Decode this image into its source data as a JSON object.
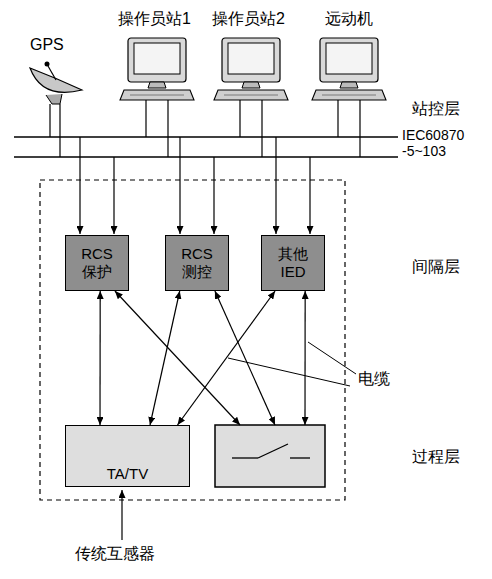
{
  "diagram": {
    "nodes": [
      {
        "text": [
          "RCS 保护"
        ]
      },
      {
        "text": [
          "RCS 测控"
        ]
      },
      {
        "text": [
          "其他 IED"
        ]
      },
      {
        "text": [
          "TA/TV"
        ]
      }
    ],
    "edges": [
      {
        "from": 0,
        "to": 3,
        "arrow": "both"
      },
      {
        "from": 1,
        "to": 3,
        "arrow": "both"
      },
      {
        "from": 2,
        "to": 3,
        "arrow": "both"
      }
    ],
    "labels": [
      "GPS",
      "操作员站1",
      "操作员站2",
      "远动机",
      "站控层",
      "IEC60870 -5~103",
      "间隔层",
      "电缆",
      "过程层",
      "传统互感器"
    ]
  }
}
